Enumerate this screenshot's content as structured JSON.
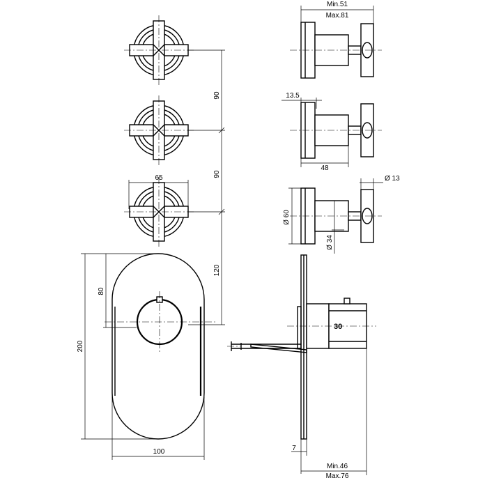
{
  "dimensions": {
    "handle_width": "65",
    "spacing_top": "90",
    "spacing_mid": "90",
    "spacing_bottom": "120",
    "plate_height": "200",
    "plate_width": "100",
    "knob_center_offset": "80",
    "side_depth_min": "Min.51",
    "side_depth_max": "Max.81",
    "flange_thickness": "13.5",
    "handle_depth": "48",
    "lever_diameter": "Ø 13",
    "flange_diameter": "Ø 60",
    "body_diameter": "Ø 34",
    "plate_offset": "7",
    "valve_depth_min": "Min.46",
    "valve_depth_max": "Max.76",
    "dial_mark": "30"
  }
}
